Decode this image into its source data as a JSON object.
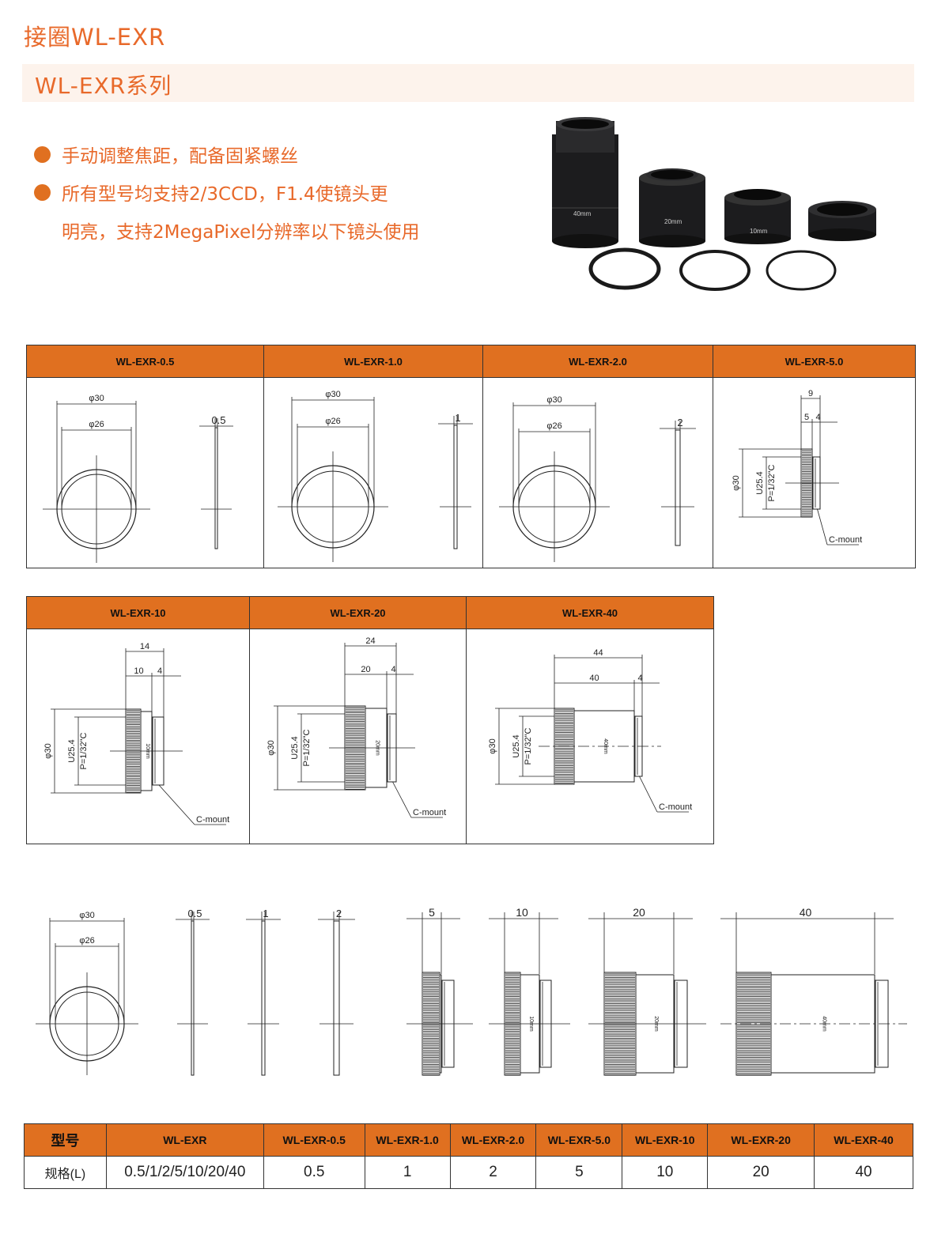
{
  "page_title": "接圈WL-EXR",
  "section_title": "WL-EXR系列",
  "bullets": [
    "手动调整焦距，配备固紧螺丝",
    "所有型号均支持2/3CCD，F1.4使镜头更",
    "明亮，支持2MegaPixel分辨率以下镜头使用"
  ],
  "colors": {
    "accent": "#E8692A",
    "header_fill": "#E07020",
    "band": "#FDF3EC"
  },
  "photo": {
    "engravings": [
      "40mm",
      "20mm",
      "10mm"
    ]
  },
  "spec_table_1": [
    {
      "title": "WL-EXR-0.5",
      "outer": "φ30",
      "inner": "φ26",
      "thickness": "0.5"
    },
    {
      "title": "WL-EXR-1.0",
      "outer": "φ30",
      "inner": "φ26",
      "thickness": "1"
    },
    {
      "title": "WL-EXR-2.0",
      "outer": "φ30",
      "inner": "φ26",
      "thickness": "2"
    },
    {
      "title": "WL-EXR-5.0",
      "total": "9",
      "body": "5",
      "thread": "4",
      "dia": "φ30",
      "spec": "U25.4",
      "pitch": "P=1/32\"C",
      "mount": "C-mount",
      "engraving": ""
    }
  ],
  "spec_table_2": [
    {
      "title": "WL-EXR-10",
      "total": "14",
      "body": "10",
      "thread": "4",
      "dia": "φ30",
      "spec": "U25.4",
      "pitch": "P=1/32\"C",
      "mount": "C-mount",
      "engraving": "10mm"
    },
    {
      "title": "WL-EXR-20",
      "total": "24",
      "body": "20",
      "thread": "4",
      "dia": "φ30",
      "spec": "U25.4",
      "pitch": "P=1/32\"C",
      "mount": "C-mount",
      "engraving": "20mm"
    },
    {
      "title": "WL-EXR-40",
      "total": "44",
      "body": "40",
      "thread": "4",
      "dia": "φ30",
      "spec": "U25.4",
      "pitch": "P=1/32\"C",
      "mount": "C-mount",
      "engraving": "40mm"
    }
  ],
  "overview": {
    "outer": "φ30",
    "inner": "φ26",
    "plates": [
      "0.5",
      "1",
      "2"
    ],
    "tubes": [
      {
        "length": "5",
        "engraving": ""
      },
      {
        "length": "10",
        "engraving": "10mm"
      },
      {
        "length": "20",
        "engraving": "20mm"
      },
      {
        "length": "40",
        "engraving": "40mm"
      }
    ]
  },
  "bottom_table": {
    "headers": [
      "型号",
      "WL-EXR",
      "WL-EXR-0.5",
      "WL-EXR-1.0",
      "WL-EXR-2.0",
      "WL-EXR-5.0",
      "WL-EXR-10",
      "WL-EXR-20",
      "WL-EXR-40"
    ],
    "row": [
      "规格(L)",
      "0.5/1/2/5/10/20/40",
      "0.5",
      "1",
      "2",
      "5",
      "10",
      "20",
      "40"
    ]
  }
}
